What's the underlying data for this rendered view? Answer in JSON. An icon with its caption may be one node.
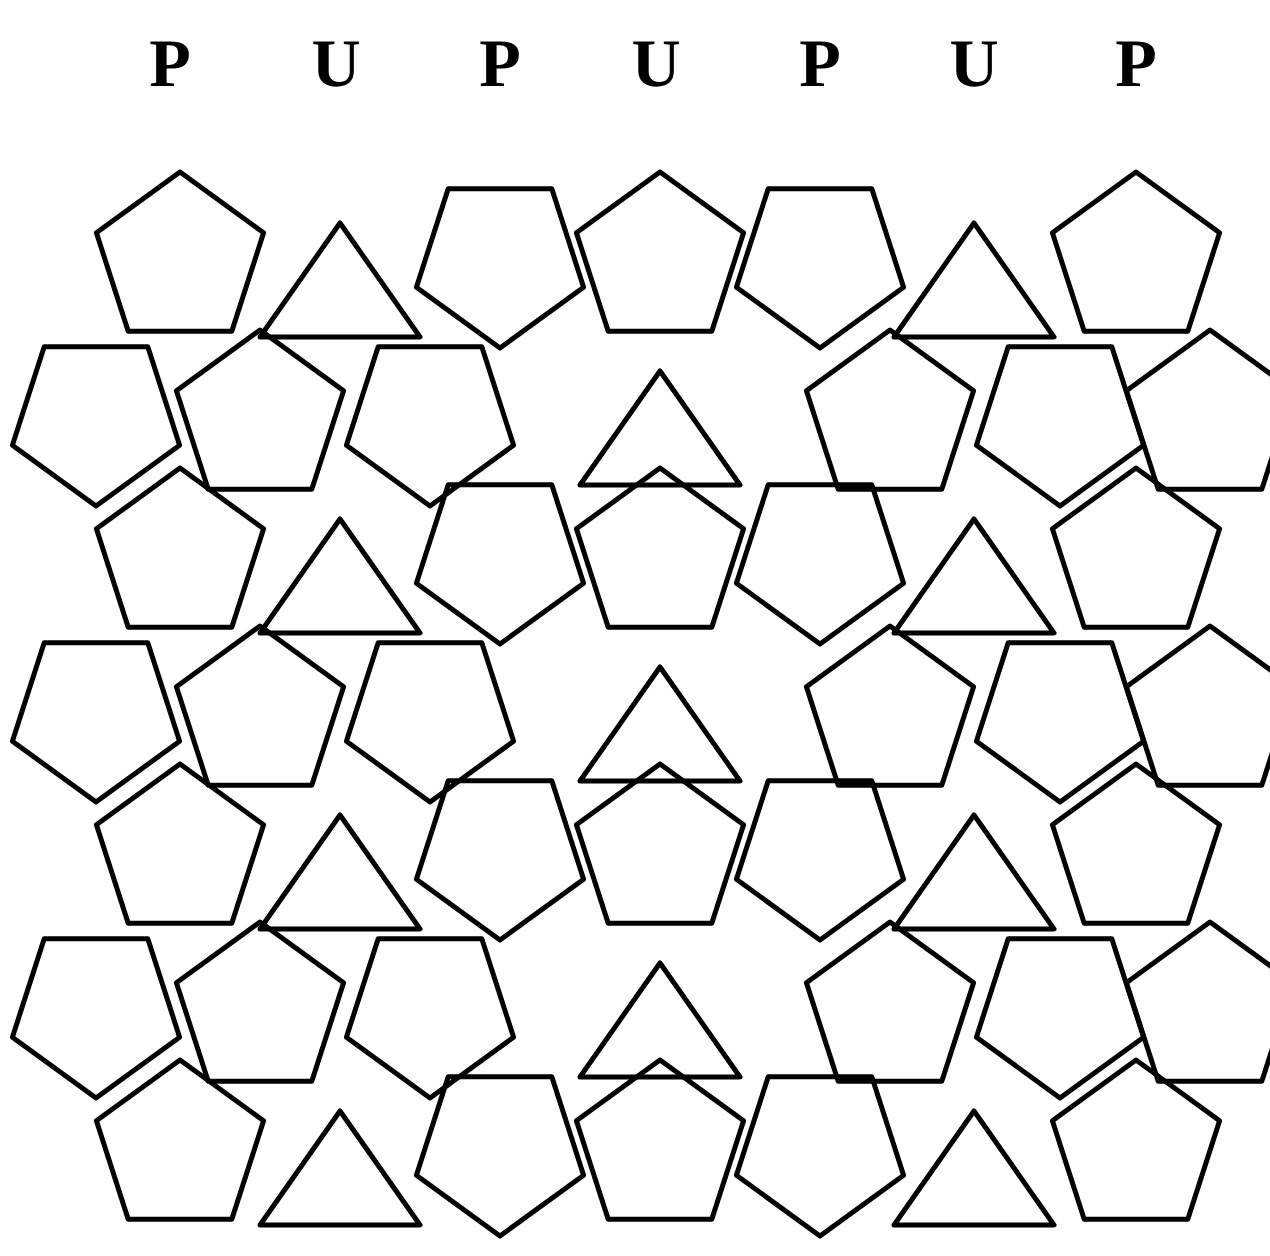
{
  "diagram": {
    "labels": [
      "P",
      "U",
      "P",
      "U",
      "P",
      "U",
      "P"
    ]
  }
}
